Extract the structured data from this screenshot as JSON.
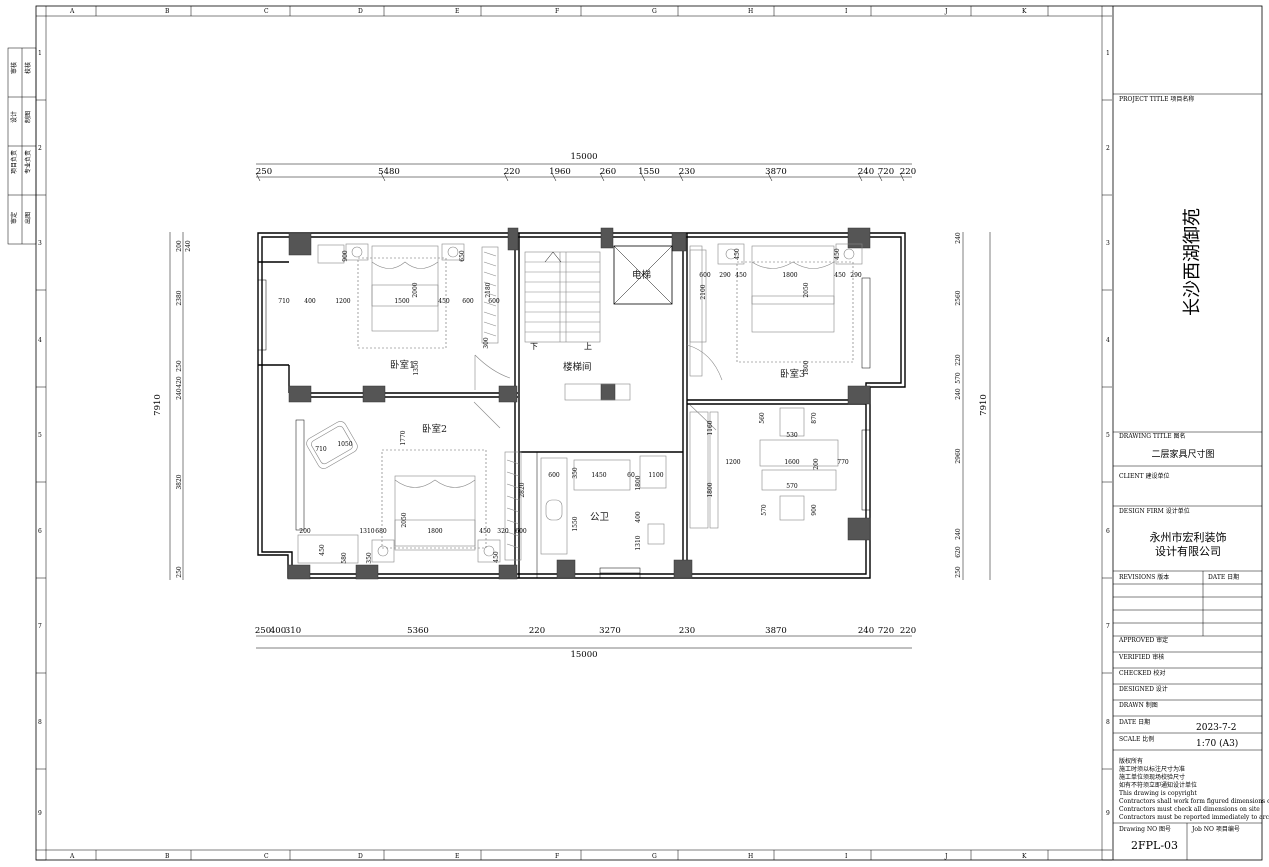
{
  "grid": {
    "letters": [
      "A",
      "B",
      "C",
      "D",
      "E",
      "F",
      "G",
      "H",
      "I",
      "J",
      "K"
    ],
    "numbers": [
      "1",
      "2",
      "3",
      "4",
      "5",
      "6",
      "7",
      "8",
      "9"
    ]
  },
  "left_strip": [
    "审核",
    "校核",
    "设计",
    "制图",
    "项目负责",
    "专业负责",
    "审定",
    "出图"
  ],
  "plan": {
    "top_total": "15000",
    "bottom_total": "15000",
    "top_segments": [
      "250",
      "5480",
      "220",
      "1960",
      "260",
      "1550",
      "230",
      "3870",
      "240",
      "720",
      "220"
    ],
    "bottom_segments": [
      "250",
      "400",
      "310",
      "5360",
      "220",
      "3270",
      "230",
      "3870",
      "240",
      "720",
      "220"
    ],
    "left_total": "7910",
    "right_total": "7910",
    "left_segments": [
      "200",
      "240",
      "2380",
      "250",
      "420",
      "240",
      "3820",
      "250"
    ],
    "right_segments": [
      "240",
      "2560",
      "220",
      "570",
      "240",
      "2960",
      "240",
      "620",
      "250"
    ],
    "rooms": {
      "bedroom1": "卧室1",
      "bedroom2": "卧室2",
      "bedroom3": "卧室3",
      "stairs": "楼梯间",
      "elevator": "电梯",
      "bathroom": "公卫",
      "down": "下",
      "up": "上"
    },
    "inner_dims": {
      "r1": [
        "900",
        "650",
        "2000",
        "2180",
        "710",
        "400",
        "1200",
        "1500",
        "450",
        "600",
        "600",
        "1350",
        "300"
      ],
      "r2": [
        "1770",
        "1050",
        "710",
        "2050",
        "1800",
        "1310",
        "680",
        "450",
        "320",
        "600",
        "200",
        "450",
        "350",
        "580",
        "450",
        "2820"
      ],
      "r3": [
        "450",
        "600",
        "290",
        "450",
        "1800",
        "450",
        "290",
        "2100",
        "2050",
        "1800",
        "450"
      ],
      "bath": [
        "600",
        "350",
        "1450",
        "60",
        "1100",
        "1800",
        "400",
        "1550",
        "1310",
        "1160"
      ],
      "r4": [
        "560",
        "870",
        "530",
        "1200",
        "1600",
        "200",
        "770",
        "570",
        "570",
        "900",
        "1800"
      ]
    }
  },
  "title_block": {
    "project_title_label": "PROJECT TITLE  项目名称",
    "project_name": "长沙西湖御苑",
    "drawing_title_label": "DRAWING TITLE  图名",
    "drawing_title": "二层家具尺寸图",
    "client_label": "CLIENT  建设单位",
    "design_firm_label": "DESIGN FIRM  设计单位",
    "design_firm_line1": "永州市宏利装饰",
    "design_firm_line2": "设计有限公司",
    "revisions_label": "REVISIONS  版本",
    "date_col_label": "DATE  日期",
    "approved": "APPROVED  审定",
    "verified": "VERIFIED  审核",
    "checked": "CHECKED  校对",
    "designed": "DESIGNED  设计",
    "drawn": "DRAWN  制图",
    "date_label": "DATE  日期",
    "date_value": "2023-7-2",
    "scale_label": "SCALE  比例",
    "scale_value": "1:70 (A3)",
    "notes": [
      "版权所有",
      "施工时须以标注尺寸为准",
      "施工单位须现场校验尺寸",
      "如有不符须立即通知设计单位",
      "This drawing is copyright",
      "Contractors shall work form figured dimensions only",
      "Contractors must check all dimensions on site",
      "Contractors must be reported immediately to architects"
    ],
    "drawing_no_label": "Drawing NO  图号",
    "job_no_label": "Job NO  项目编号",
    "drawing_no": "2FPL-03"
  }
}
